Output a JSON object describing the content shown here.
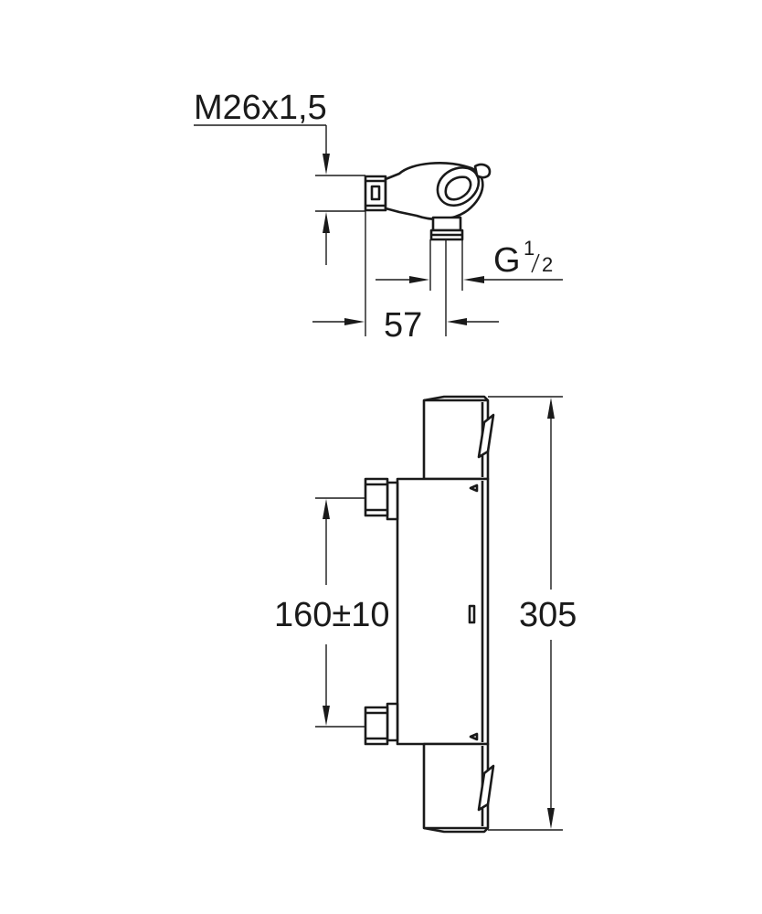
{
  "dimensions": {
    "thread_outlet": "M26x1,5",
    "inlet_thread": "G",
    "inlet_thread_num": "1",
    "inlet_thread_den": "2",
    "projection": "57",
    "inlet_spacing": "160±10",
    "overall_length": "305"
  }
}
